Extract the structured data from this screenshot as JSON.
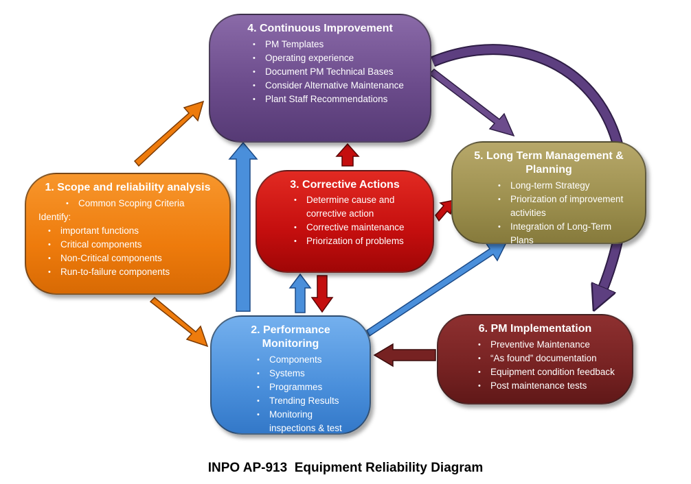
{
  "boxes": {
    "continuous": {
      "title": "4. Continuous Improvement",
      "items": [
        "PM Templates",
        "Operating experience",
        "Document PM Technical Bases",
        "Consider Alternative Maintenance",
        "Plant Staff Recommendations"
      ]
    },
    "scope": {
      "title": "1. Scope and reliability analysis",
      "items_first": [
        "Common Scoping Criteria"
      ],
      "identify_label": "Identify:",
      "items_second": [
        "important functions",
        "Critical components",
        "Non-Critical components",
        "Run-to-failure components"
      ]
    },
    "corrective": {
      "title": "3. Corrective Actions",
      "items": [
        "Determine cause and corrective action",
        "Corrective maintenance",
        "Priorization of problems"
      ]
    },
    "longterm": {
      "title": "5. Long Term Management & Planning",
      "items": [
        "Long-term Strategy",
        "Priorization of improvement activities",
        "Integration of Long-Term Plans"
      ]
    },
    "performance": {
      "title": "2. Performance Monitoring",
      "items": [
        "Components",
        "Systems",
        "Programmes",
        "Trending Results",
        "Monitoring inspections & test"
      ]
    },
    "pm": {
      "title": "6. PM Implementation",
      "items": [
        "Preventive Maintenance",
        "“As found” documentation",
        "Equipment condition feedback",
        "Post maintenance tests"
      ]
    }
  },
  "caption": "INPO AP-913  Equipment Reliability Diagram",
  "colors": {
    "orange": "#ee7b0c",
    "purple": "#6c4c8c",
    "red": "#c40e0e",
    "olive": "#9c8f4e",
    "blue": "#4a8fdb",
    "maroon": "#762222"
  }
}
